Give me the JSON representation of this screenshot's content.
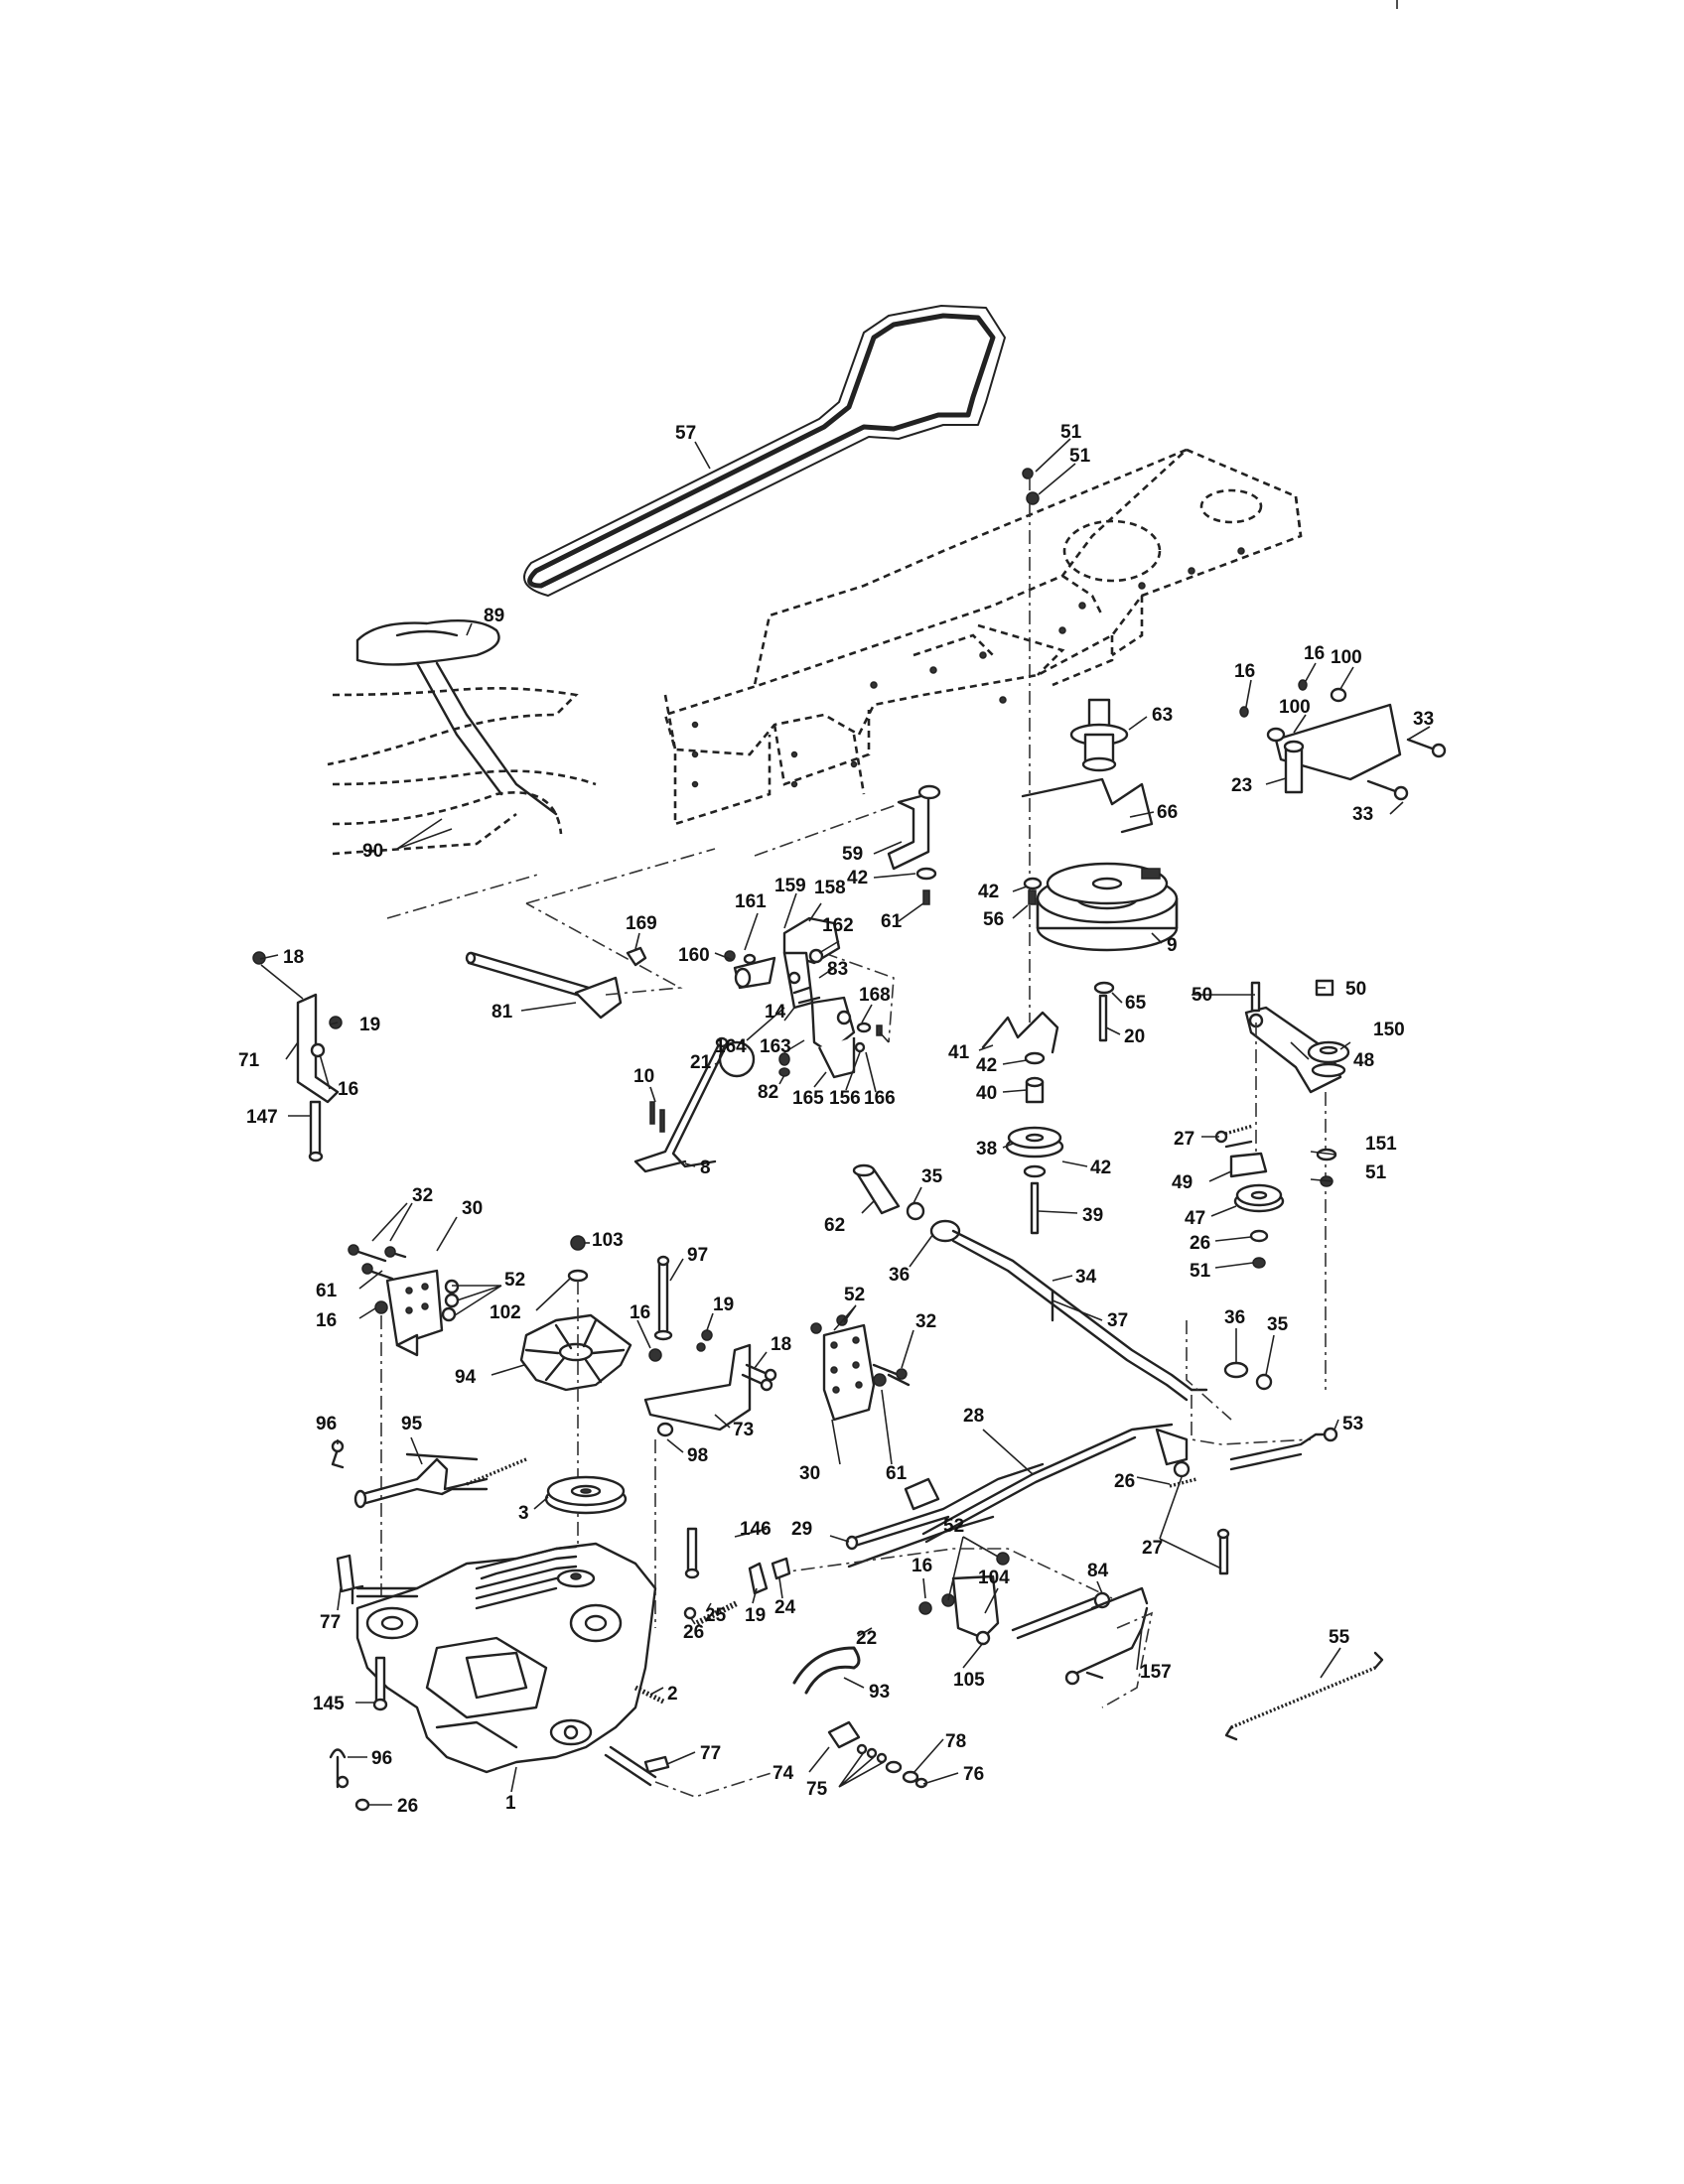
{
  "diagram": {
    "type": "exploded-parts",
    "callouts": {
      "c57": "57",
      "c51a": "51",
      "c51b": "51",
      "c89": "89",
      "c90": "90",
      "c16a": "16",
      "c100a": "100",
      "c16b": "16",
      "c100b": "100",
      "c33a": "33",
      "c23": "23",
      "c33b": "33",
      "c63": "63",
      "c66": "66",
      "c59": "59",
      "c42a": "42",
      "c61a": "61",
      "c42b": "42",
      "c56": "56",
      "c9": "9",
      "c65": "65",
      "c161": "161",
      "c159": "159",
      "c158": "158",
      "c160": "160",
      "c162": "162",
      "c169": "169",
      "c83": "83",
      "c14": "14",
      "c164": "164",
      "c163": "163",
      "c168": "168",
      "c82": "82",
      "c165": "165",
      "c156": "156",
      "c166": "166",
      "c81": "81",
      "c21": "21",
      "c10": "10",
      "c8": "8",
      "c18a": "18",
      "c19a": "19",
      "c71": "71",
      "c16c": "16",
      "c147": "147",
      "c41": "41",
      "c42c": "42",
      "c40": "40",
      "c38": "38",
      "c42d": "42",
      "c39": "39",
      "c20": "20",
      "c50a": "50",
      "c50b": "50",
      "c150": "150",
      "c48": "48",
      "c27a": "27",
      "c151": "151",
      "c51c": "51",
      "c49": "49",
      "c47": "47",
      "c26a": "26",
      "c51d": "51",
      "c32a": "32",
      "c30a": "30",
      "c52a": "52",
      "c61b": "61",
      "c16d": "16",
      "c103": "103",
      "c97": "97",
      "c102": "102",
      "c16e": "16",
      "c19b": "19",
      "c18b": "18",
      "c94": "94",
      "c73": "73",
      "c98": "98",
      "c52b": "52",
      "c32b": "32",
      "c30b": "30",
      "c61c": "61",
      "c35a": "35",
      "c62": "62",
      "c36a": "36",
      "c34": "34",
      "c37": "37",
      "c36b": "36",
      "c35b": "35",
      "c53": "53",
      "c96a": "96",
      "c95": "95",
      "c3": "3",
      "c28": "28",
      "c26b": "26",
      "c27b": "27",
      "c146": "146",
      "c29": "29",
      "c52c": "52",
      "c16f": "16",
      "c104": "104",
      "c84": "84",
      "c77a": "77",
      "c25": "25",
      "c19c": "19",
      "c24": "24",
      "c22": "22",
      "c26c": "26",
      "c105": "105",
      "c157": "157",
      "c55": "55",
      "c145": "145",
      "c2": "2",
      "c93": "93",
      "c96b": "96",
      "c77b": "77",
      "c78": "78",
      "c74": "74",
      "c75": "75",
      "c76": "76",
      "c26d": "26",
      "c1": "1"
    }
  }
}
